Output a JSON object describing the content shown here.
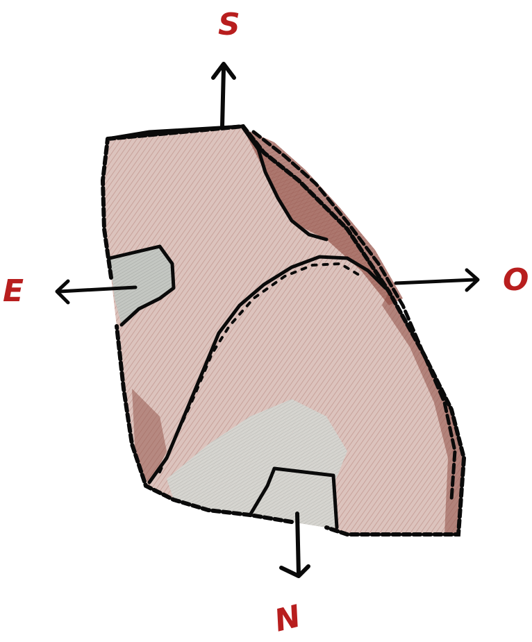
{
  "compass": {
    "south": "S",
    "west": "O",
    "east": "E",
    "north": "N"
  },
  "colors": {
    "label": "#b81e1e",
    "outline": "#0a0a0a",
    "terrain_light": "#dcc3bd",
    "terrain_mid": "#b88a80",
    "terrain_dark": "#8f4f46",
    "shadow_gray": "#c4c7c2"
  }
}
